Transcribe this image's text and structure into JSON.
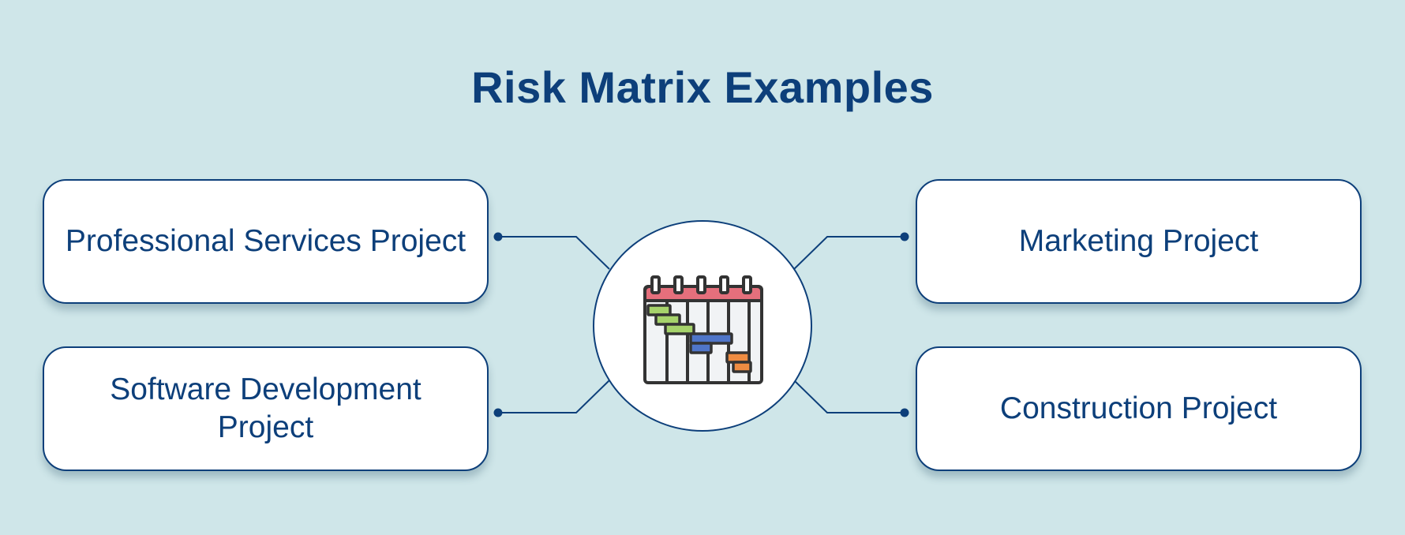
{
  "title": "Risk Matrix Examples",
  "cards": {
    "top_left": "Professional Services Project",
    "bottom_left": "Software Development Project",
    "top_right": "Marketing Project",
    "bottom_right": "Construction Project"
  },
  "hub_icon": "gantt-chart-calendar-icon",
  "colors": {
    "background": "#cfe6e9",
    "primary": "#0d3f7a",
    "card_fill": "#ffffff",
    "calendar_header": "#e56f7c",
    "bar_green": "#a6d36b",
    "bar_blue": "#4f75c8",
    "bar_orange": "#ef8c42"
  }
}
